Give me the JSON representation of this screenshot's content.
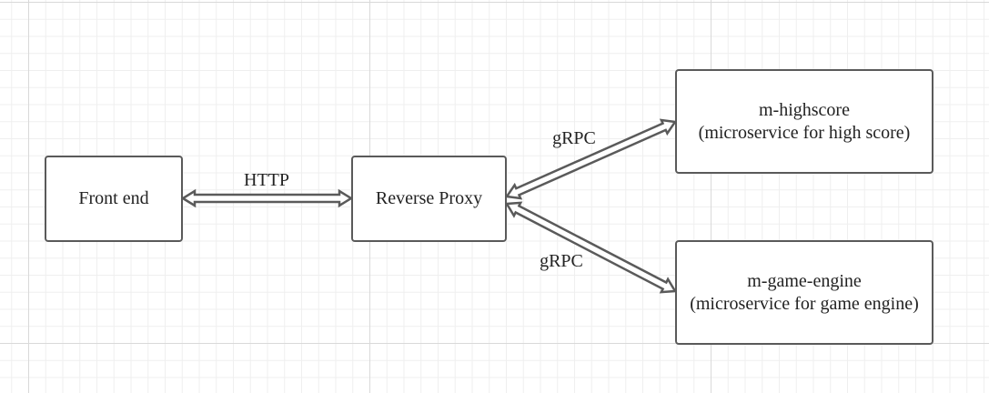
{
  "nodes": {
    "frontend": {
      "label": "Front end"
    },
    "proxy": {
      "label": "Reverse Proxy"
    },
    "highscore": {
      "title": "m-highscore",
      "subtitle": "(microservice for high score)"
    },
    "engine": {
      "title": "m-game-engine",
      "subtitle": "(microservice for game engine)"
    }
  },
  "edges": [
    {
      "from": "frontend",
      "to": "proxy",
      "label": "HTTP",
      "bidirectional": true
    },
    {
      "from": "proxy",
      "to": "highscore",
      "label": "gRPC",
      "bidirectional": true
    },
    {
      "from": "proxy",
      "to": "engine",
      "label": "gRPC",
      "bidirectional": true
    }
  ],
  "colors": {
    "stroke": "#5a5a5a",
    "text": "#222222",
    "grid": "#d9d9d9"
  }
}
